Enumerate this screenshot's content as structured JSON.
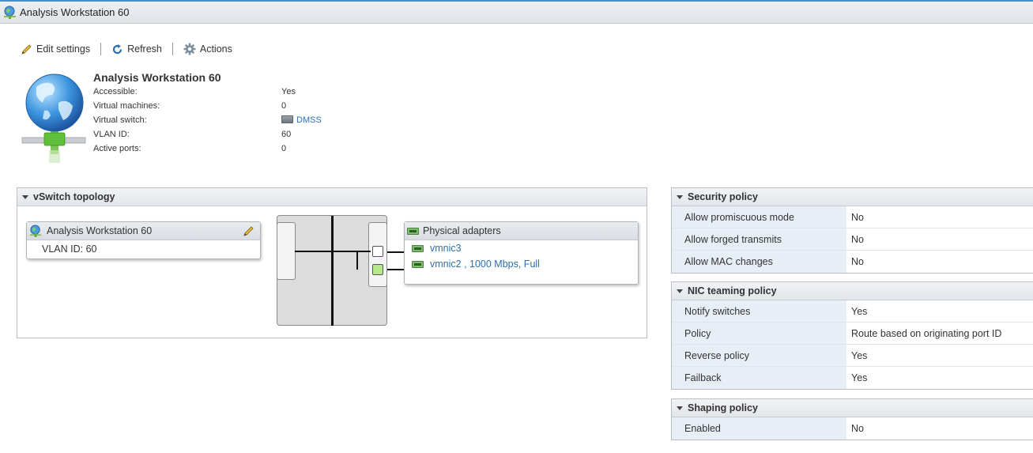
{
  "window": {
    "title": "Analysis Workstation 60"
  },
  "toolbar": {
    "edit_label": "Edit settings",
    "refresh_label": "Refresh",
    "actions_label": "Actions"
  },
  "summary": {
    "name": "Analysis Workstation 60",
    "rows": [
      {
        "label": "Accessible:",
        "value": "Yes"
      },
      {
        "label": "Virtual machines:",
        "value": "0"
      },
      {
        "label": "Virtual switch:",
        "value": "DMSS"
      },
      {
        "label": "VLAN ID:",
        "value": "60"
      },
      {
        "label": "Active ports:",
        "value": "0"
      }
    ]
  },
  "topology": {
    "title": "vSwitch topology",
    "portgroup": {
      "name": "Analysis Workstation 60",
      "vlan": "VLAN ID: 60"
    },
    "adapters": {
      "title": "Physical adapters",
      "items": [
        "vmnic3",
        "vmnic2 , 1000 Mbps, Full"
      ]
    }
  },
  "security": {
    "title": "Security policy",
    "rows": [
      {
        "label": "Allow promiscuous mode",
        "value": "No"
      },
      {
        "label": "Allow forged transmits",
        "value": "No"
      },
      {
        "label": "Allow MAC changes",
        "value": "No"
      }
    ]
  },
  "teaming": {
    "title": "NIC teaming policy",
    "rows": [
      {
        "label": "Notify switches",
        "value": "Yes"
      },
      {
        "label": "Policy",
        "value": "Route based on originating port ID"
      },
      {
        "label": "Reverse policy",
        "value": "Yes"
      },
      {
        "label": "Failback",
        "value": "Yes"
      }
    ]
  },
  "shaping": {
    "title": "Shaping policy",
    "rows": [
      {
        "label": "Enabled",
        "value": "No"
      }
    ]
  },
  "colors": {
    "link": "#2b6fb0",
    "accent": "#4a8ec9",
    "policy_key_bg": "#e8eef5"
  }
}
